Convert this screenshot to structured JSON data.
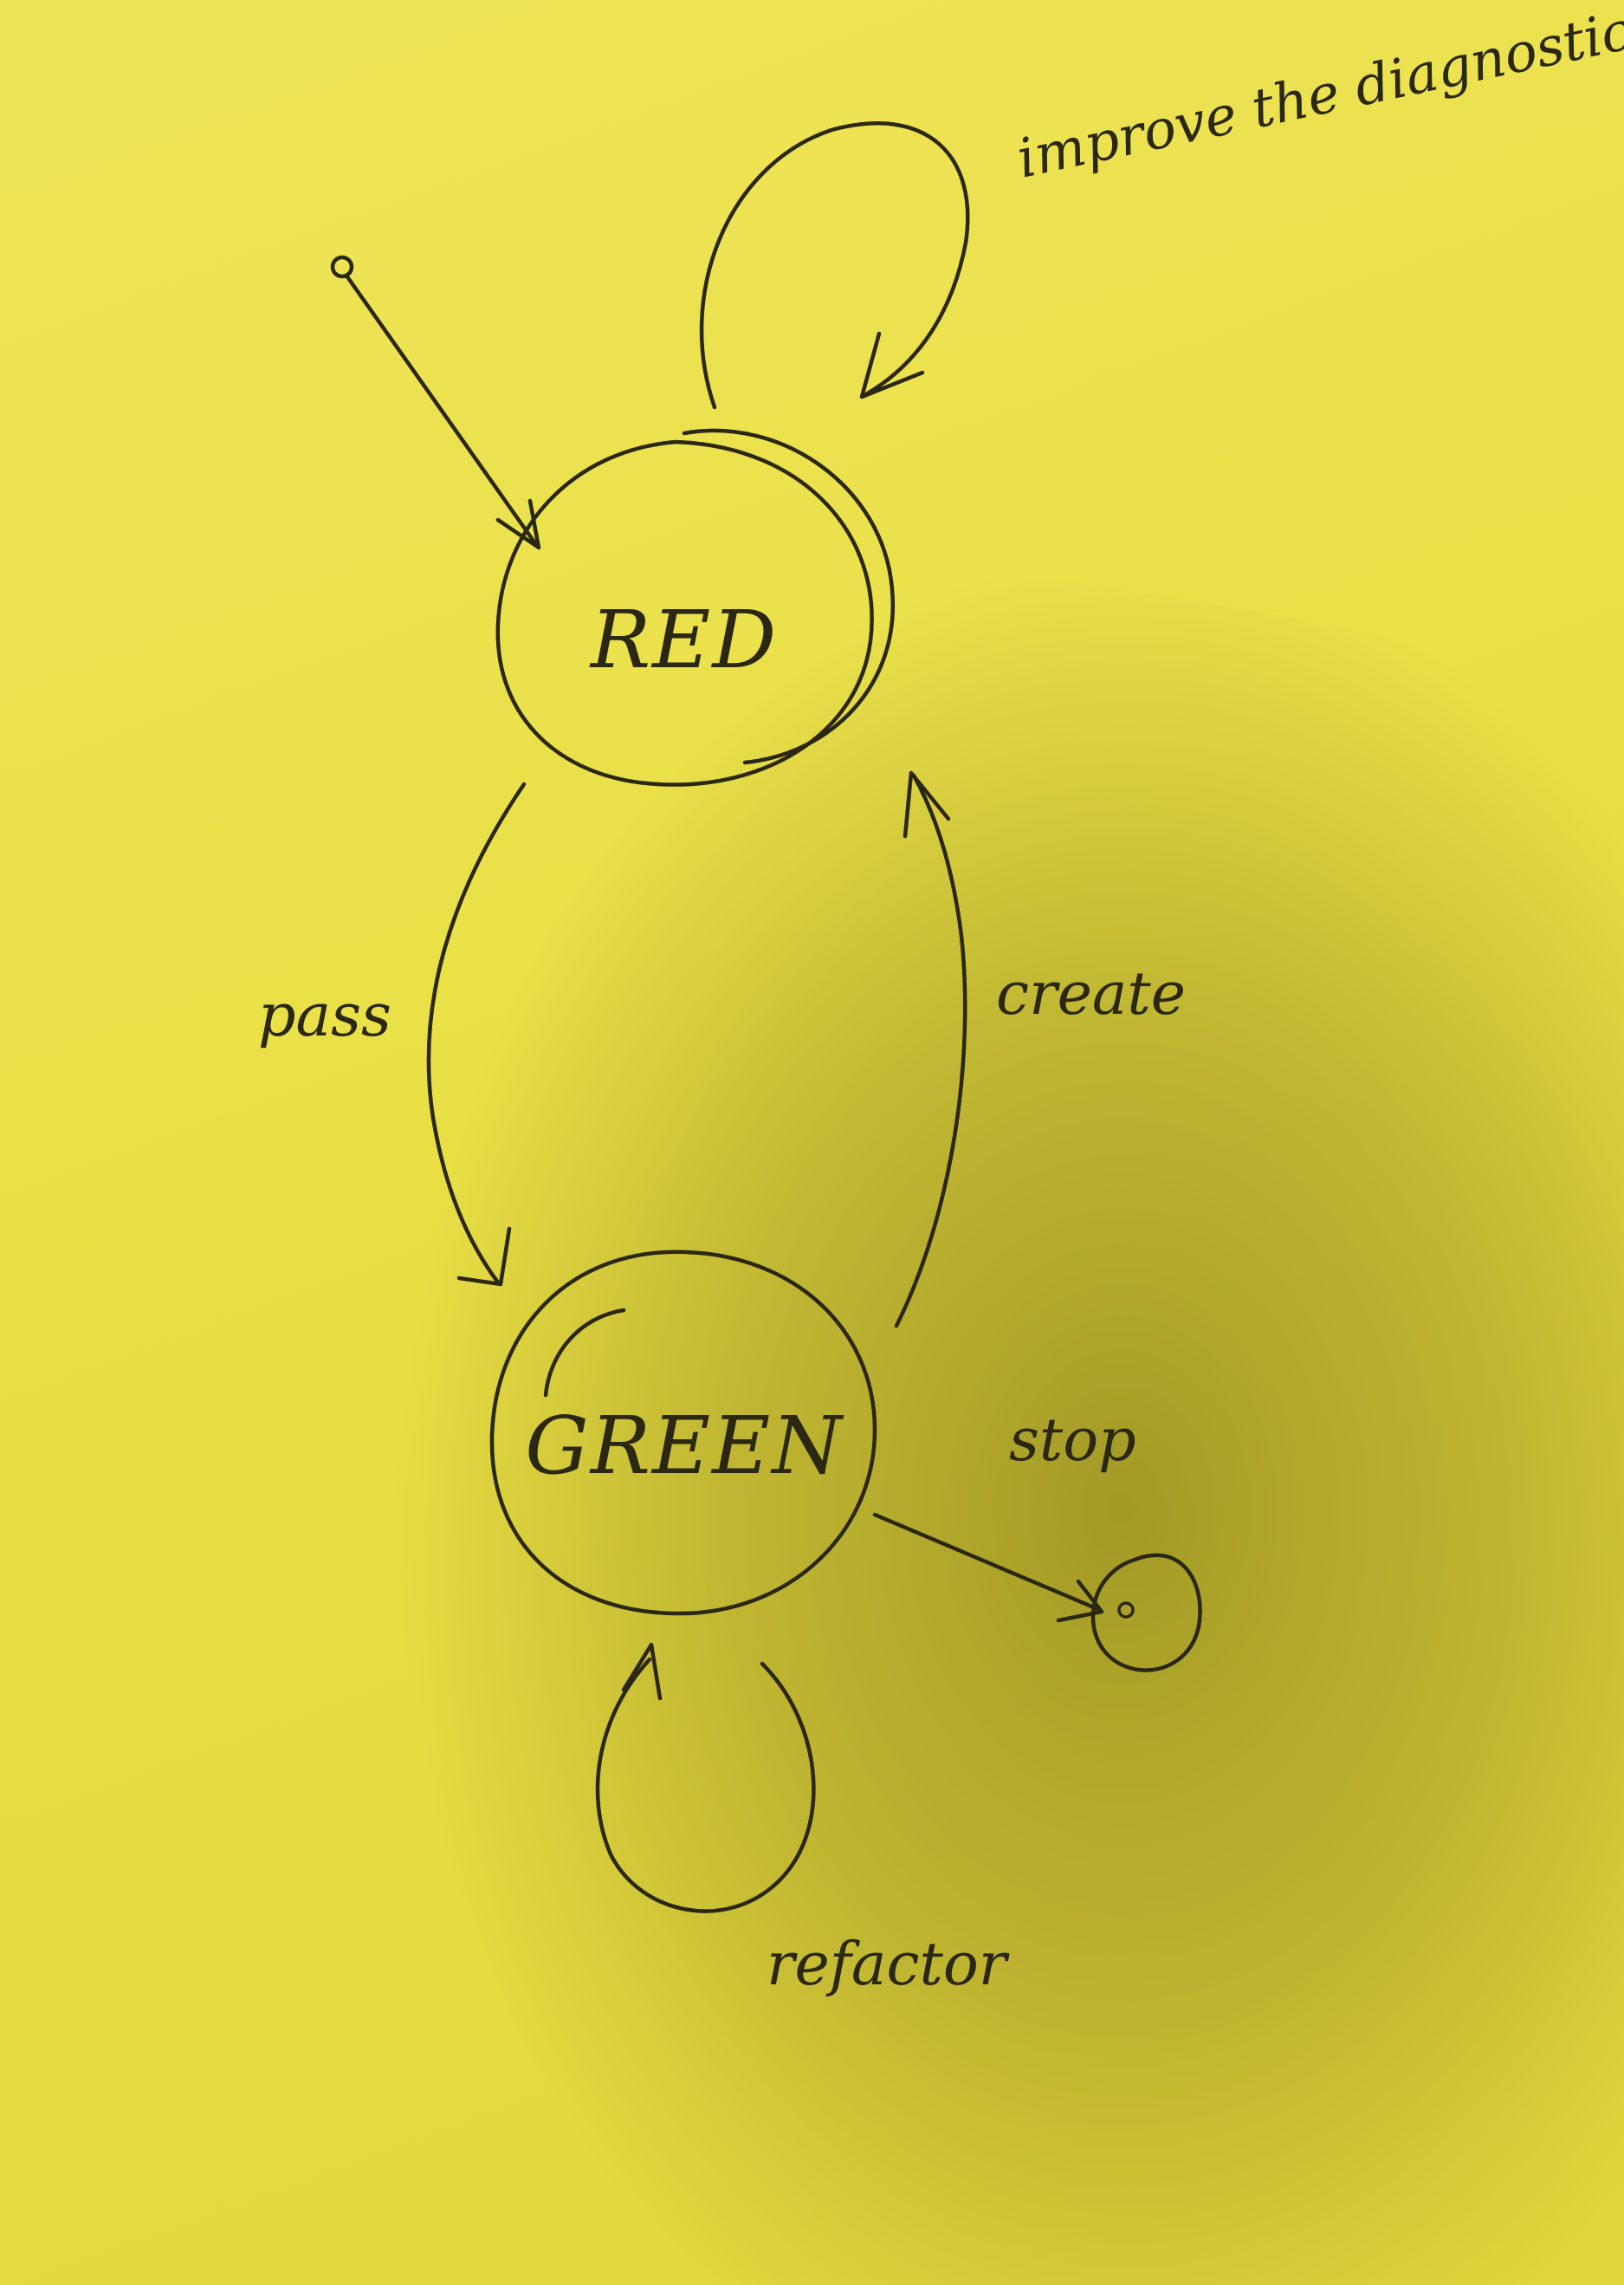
{
  "diagram": {
    "states": {
      "red": {
        "label": "RED"
      },
      "green": {
        "label": "GREEN"
      }
    },
    "transitions": {
      "red_self": {
        "label": "improve the diagnostic"
      },
      "red_to_green": {
        "label": "pass"
      },
      "green_to_red": {
        "label": "create"
      },
      "green_self": {
        "label": "refactor"
      },
      "green_to_final": {
        "label": "stop"
      }
    }
  },
  "colors": {
    "paper": "#ece04a",
    "ink": "#2a2712"
  }
}
